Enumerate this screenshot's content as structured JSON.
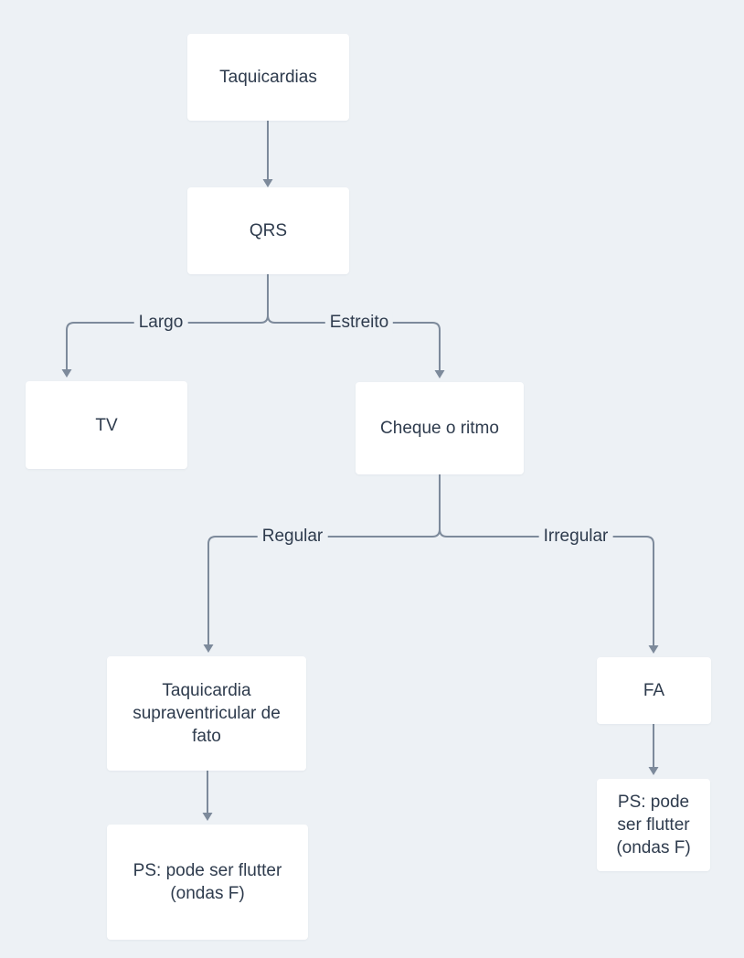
{
  "diagram": {
    "type": "flowchart",
    "nodes": {
      "taquicardias": {
        "label": "Taquicardias"
      },
      "qrs": {
        "label": "QRS"
      },
      "tv": {
        "label": "TV"
      },
      "cheque_ritmo": {
        "label": "Cheque o ritmo"
      },
      "tsv": {
        "label": "Taquicardia supraventricular de fato"
      },
      "ps_left": {
        "label": "PS: pode ser flutter (ondas F)"
      },
      "fa": {
        "label": "FA"
      },
      "ps_right": {
        "label": "PS: pode ser flutter (ondas F)"
      }
    },
    "edge_labels": {
      "largo": "Largo",
      "estreito": "Estreito",
      "regular": "Regular",
      "irregular": "Irregular"
    },
    "edges": [
      {
        "from": "taquicardias",
        "to": "qrs",
        "label": ""
      },
      {
        "from": "qrs",
        "to": "tv",
        "label": "Largo"
      },
      {
        "from": "qrs",
        "to": "cheque_ritmo",
        "label": "Estreito"
      },
      {
        "from": "cheque_ritmo",
        "to": "tsv",
        "label": "Regular"
      },
      {
        "from": "cheque_ritmo",
        "to": "fa",
        "label": "Irregular"
      },
      {
        "from": "tsv",
        "to": "ps_left",
        "label": ""
      },
      {
        "from": "fa",
        "to": "ps_right",
        "label": ""
      }
    ],
    "colors": {
      "background": "#edf1f5",
      "node_fill": "#ffffff",
      "connector": "#7d8a9b",
      "text": "#2e3b4d"
    }
  }
}
